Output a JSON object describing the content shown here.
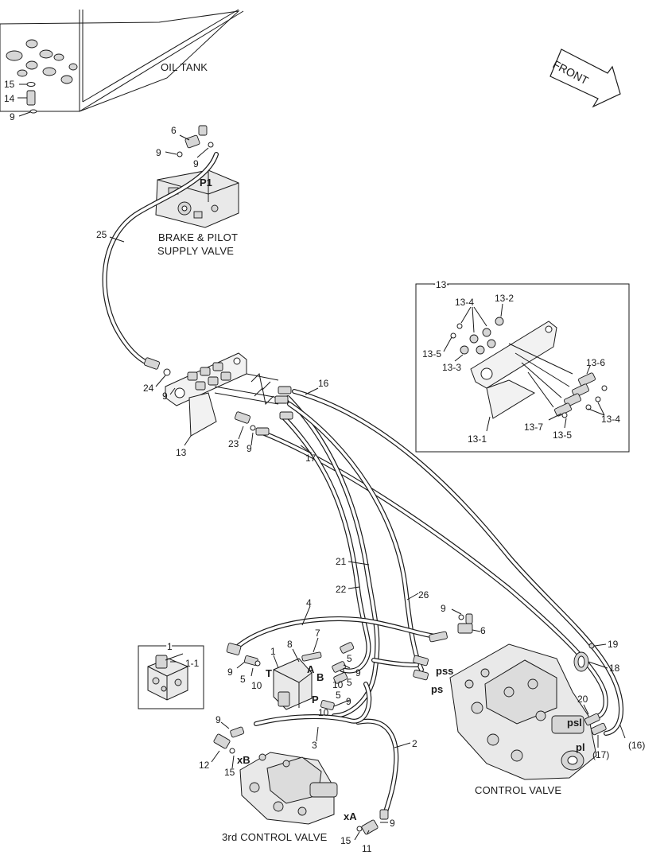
{
  "titles": {
    "oil_tank": "OIL TANK",
    "brake_pilot_1": "BRAKE & PILOT",
    "brake_pilot_2": "SUPPLY VALVE",
    "control_valve": "CONTROL VALVE",
    "third_control_valve": "3rd CONTROL VALVE",
    "front": "FRONT"
  },
  "port_labels": {
    "p1": "P1",
    "t": "T",
    "a": "A",
    "b": "B",
    "p": "P",
    "pss": "pss",
    "ps": "ps",
    "psl": "psl",
    "pl": "pl",
    "xb": "xB",
    "xa": "xA"
  },
  "callouts": [
    "15",
    "14",
    "9",
    "6",
    "9",
    "9",
    "25",
    "24",
    "9",
    "13",
    "23",
    "9",
    "16",
    "17",
    "21",
    "22",
    "26",
    "4",
    "9",
    "6",
    "8",
    "7",
    "1",
    "9",
    "5",
    "10",
    "9",
    "5",
    "10",
    "5",
    "10",
    "5",
    "9",
    "3",
    "2",
    "9",
    "12",
    "15",
    "9",
    "15",
    "11",
    "19",
    "18",
    "20",
    "(17)",
    "(16)"
  ],
  "inset_13": {
    "title": "13",
    "labels": [
      "13-4",
      "13-2",
      "13-5",
      "13-3",
      "13-6",
      "13-4",
      "13-7",
      "13-5",
      "13-1"
    ]
  },
  "inset_1": {
    "title": "1",
    "labels": [
      "1-1"
    ]
  }
}
